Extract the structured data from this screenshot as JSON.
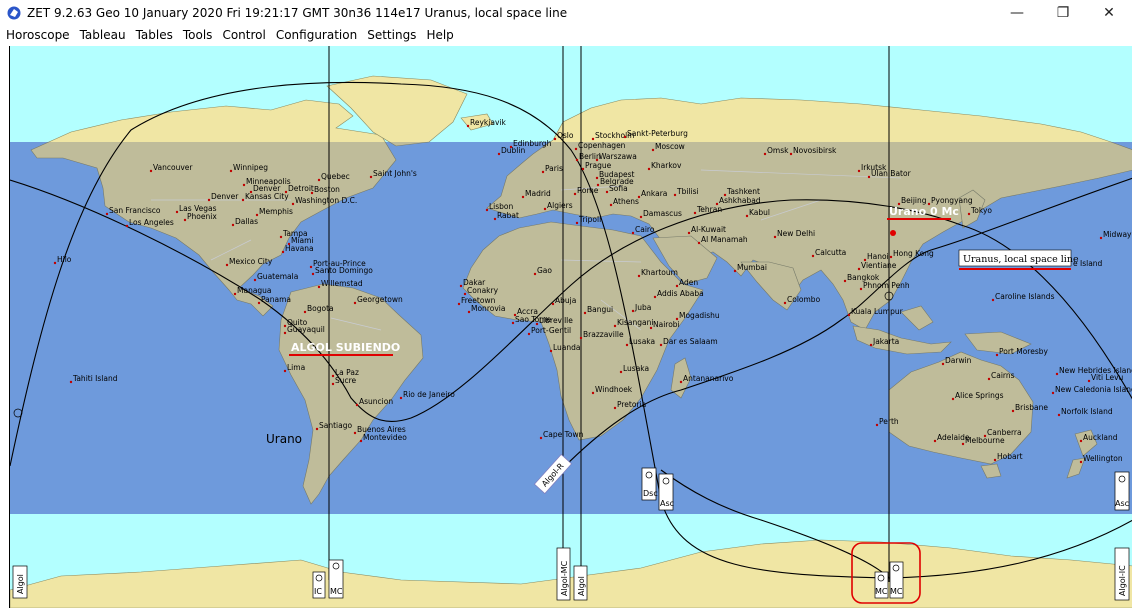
{
  "window": {
    "title": "ZET 9.2.63 Geo   10 January 2020  Fri  19:21:17 GMT 30n36  114e17   Uranus, local space line",
    "minimize_glyph": "—",
    "maximize_glyph": "❐",
    "close_glyph": "✕"
  },
  "menu": [
    "Horoscope",
    "Tableau",
    "Tables",
    "Tools",
    "Control",
    "Configuration",
    "Settings",
    "Help"
  ],
  "map": {
    "cities": [
      [
        "Reykjavik",
        469,
        125
      ],
      [
        "Oslo",
        556,
        138
      ],
      [
        "Stockholm",
        594,
        138
      ],
      [
        "Sankt-Peterburg",
        626,
        136
      ],
      [
        "Edinburgh",
        512,
        146
      ],
      [
        "Dublin",
        500,
        153
      ],
      [
        "Copenhagen",
        577,
        148
      ],
      [
        "Moscow",
        654,
        149
      ],
      [
        "Berlin",
        578,
        159
      ],
      [
        "Warszawa",
        598,
        159
      ],
      [
        "Prague",
        584,
        168
      ],
      [
        "Kharkov",
        650,
        168
      ],
      [
        "Paris",
        544,
        171
      ],
      [
        "Budapest",
        598,
        177
      ],
      [
        "Belgrade",
        599,
        184
      ],
      [
        "Sofia",
        608,
        191
      ],
      [
        "Rome",
        576,
        193
      ],
      [
        "Madrid",
        524,
        196
      ],
      [
        "Ankara",
        640,
        196
      ],
      [
        "Tbilisi",
        676,
        194
      ],
      [
        "Athens",
        612,
        204
      ],
      [
        "Algiers",
        546,
        208
      ],
      [
        "Lisbon",
        488,
        209
      ],
      [
        "Rabat",
        496,
        218
      ],
      [
        "Tripoli",
        578,
        222
      ],
      [
        "Ashkhabad",
        718,
        203
      ],
      [
        "Tehran",
        696,
        212
      ],
      [
        "Tashkent",
        726,
        194
      ],
      [
        "Kabul",
        748,
        215
      ],
      [
        "Damascus",
        642,
        216
      ],
      [
        "Cairo",
        634,
        232
      ],
      [
        "Al-Kuwait",
        690,
        232
      ],
      [
        "Al Manamah",
        700,
        242
      ],
      [
        "New Delhi",
        776,
        236
      ],
      [
        "Omsk",
        766,
        153
      ],
      [
        "Novosibirsk",
        792,
        153
      ],
      [
        "Irkutsk",
        860,
        170
      ],
      [
        "Ulan Bator",
        870,
        176
      ],
      [
        "Beijing",
        900,
        203
      ],
      [
        "Pyongyang",
        930,
        203
      ],
      [
        "Tokyo",
        970,
        213
      ],
      [
        "Calcutta",
        814,
        255
      ],
      [
        "Mumbai",
        736,
        270
      ],
      [
        "Hanoi",
        866,
        259
      ],
      [
        "Hong Kong",
        892,
        256
      ],
      [
        "Vientiane",
        860,
        268
      ],
      [
        "Bangkok",
        846,
        280
      ],
      [
        "Phnom Penh",
        862,
        288
      ],
      [
        "Colombo",
        786,
        302
      ],
      [
        "Kuala Lumpur",
        850,
        314
      ],
      [
        "Jakarta",
        872,
        344
      ],
      [
        "Khartoum",
        640,
        275
      ],
      [
        "Aden",
        678,
        285
      ],
      [
        "Addis Ababa",
        656,
        296
      ],
      [
        "Mogadishu",
        678,
        318
      ],
      [
        "Dakar",
        462,
        285
      ],
      [
        "Gao",
        536,
        273
      ],
      [
        "Conakry",
        466,
        293
      ],
      [
        "Freetown",
        460,
        303
      ],
      [
        "Monrovia",
        470,
        311
      ],
      [
        "Abuja",
        554,
        303
      ],
      [
        "Bangui",
        586,
        312
      ],
      [
        "Juba",
        634,
        310
      ],
      [
        "Accra",
        516,
        314
      ],
      [
        "Sao Tome",
        514,
        322
      ],
      [
        "Libreville",
        538,
        323
      ],
      [
        "Kisangani",
        616,
        325
      ],
      [
        "Nairobi",
        652,
        327
      ],
      [
        "Port-Gentil",
        530,
        333
      ],
      [
        "Brazzaville",
        582,
        337
      ],
      [
        "Luanda",
        552,
        350
      ],
      [
        "Lusaka",
        628,
        344
      ],
      [
        "Dar es Salaam",
        662,
        344
      ],
      [
        "Lusaka",
        622,
        371
      ],
      [
        "Antananarivo",
        682,
        381
      ],
      [
        "Windhoek",
        594,
        392
      ],
      [
        "Pretoria",
        616,
        407
      ],
      [
        "Cape Town",
        542,
        437
      ],
      [
        "Vancouver",
        152,
        170
      ],
      [
        "Winnipeg",
        232,
        170
      ],
      [
        "Quebec",
        320,
        179
      ],
      [
        "Saint John's",
        372,
        176
      ],
      [
        "Minneapolis",
        245,
        184
      ],
      [
        "Denver",
        252,
        191
      ],
      [
        "Detroit",
        287,
        191
      ],
      [
        "Boston",
        313,
        192
      ],
      [
        "Denver",
        210,
        199
      ],
      [
        "Kansas City",
        244,
        199
      ],
      [
        "Washington D.C.",
        294,
        203
      ],
      [
        "San Francisco",
        108,
        213
      ],
      [
        "Las Vegas",
        178,
        211
      ],
      [
        "Phoenix",
        186,
        219
      ],
      [
        "Memphis",
        258,
        214
      ],
      [
        "Los Angeles",
        128,
        225
      ],
      [
        "Dallas",
        234,
        224
      ],
      [
        "Tampa",
        282,
        236
      ],
      [
        "Miami",
        290,
        243
      ],
      [
        "Havana",
        284,
        251
      ],
      [
        "Hilo",
        56,
        262
      ],
      [
        "Mexico City",
        228,
        264
      ],
      [
        "Port-au-Prince",
        312,
        266
      ],
      [
        "Santo Domingo",
        314,
        273
      ],
      [
        "Guatemala",
        256,
        279
      ],
      [
        "Willemstad",
        320,
        286
      ],
      [
        "Managua",
        236,
        293
      ],
      [
        "Panama",
        260,
        302
      ],
      [
        "Georgetown",
        356,
        302
      ],
      [
        "Bogota",
        306,
        311
      ],
      [
        "Quito",
        286,
        325
      ],
      [
        "Guayaquil",
        286,
        332
      ],
      [
        "Lima",
        286,
        370
      ],
      [
        "La Paz",
        334,
        375
      ],
      [
        "Sucre",
        334,
        383
      ],
      [
        "Tahiti Island",
        72,
        381
      ],
      [
        "Rio de Janeiro",
        402,
        397
      ],
      [
        "Asuncion",
        358,
        404
      ],
      [
        "Santiago",
        318,
        428
      ],
      [
        "Buenos Aires",
        356,
        432
      ],
      [
        "Montevideo",
        362,
        440
      ],
      [
        "Midway",
        1102,
        237
      ],
      [
        "Caroline Islands",
        994,
        299
      ],
      [
        "Port Moresby",
        998,
        354
      ],
      [
        "Darwin",
        944,
        363
      ],
      [
        "Cairns",
        990,
        378
      ],
      [
        "New Hebrides Islands",
        1058,
        373
      ],
      [
        "Viti Levu",
        1090,
        380
      ],
      [
        "New Caledonia Island",
        1054,
        392
      ],
      [
        "Alice Springs",
        954,
        398
      ],
      [
        "Brisbane",
        1014,
        410
      ],
      [
        "Norfolk Island",
        1060,
        414
      ],
      [
        "Perth",
        878,
        424
      ],
      [
        "Adelaide",
        936,
        440
      ],
      [
        "Melbourne",
        964,
        443
      ],
      [
        "Canberra",
        986,
        435
      ],
      [
        "Auckland",
        1082,
        440
      ],
      [
        "Hobart",
        996,
        459
      ],
      [
        "Wellington",
        1082,
        461
      ]
    ],
    "urano_mc_label": "Urano 0 Mc",
    "uranus_label": "Uranus, local space line",
    "algol_label": "ALGOL SUBIENDO",
    "urano_label": "Urano",
    "partial_label": "e Island",
    "algol_r_label": "Algol-R",
    "side_labels": {
      "left_algol": "Algol",
      "algol_mc": "Algol-MC",
      "algol_mc2": "Algol",
      "algol_ic_right": "Algol-IC",
      "ic": "IC",
      "mc_near_ic": "MC",
      "dsc": "Dsc",
      "asc": "Asc",
      "asc_right": "Asc",
      "mc_box_1": "MC",
      "mc_box_2": "MC"
    }
  }
}
